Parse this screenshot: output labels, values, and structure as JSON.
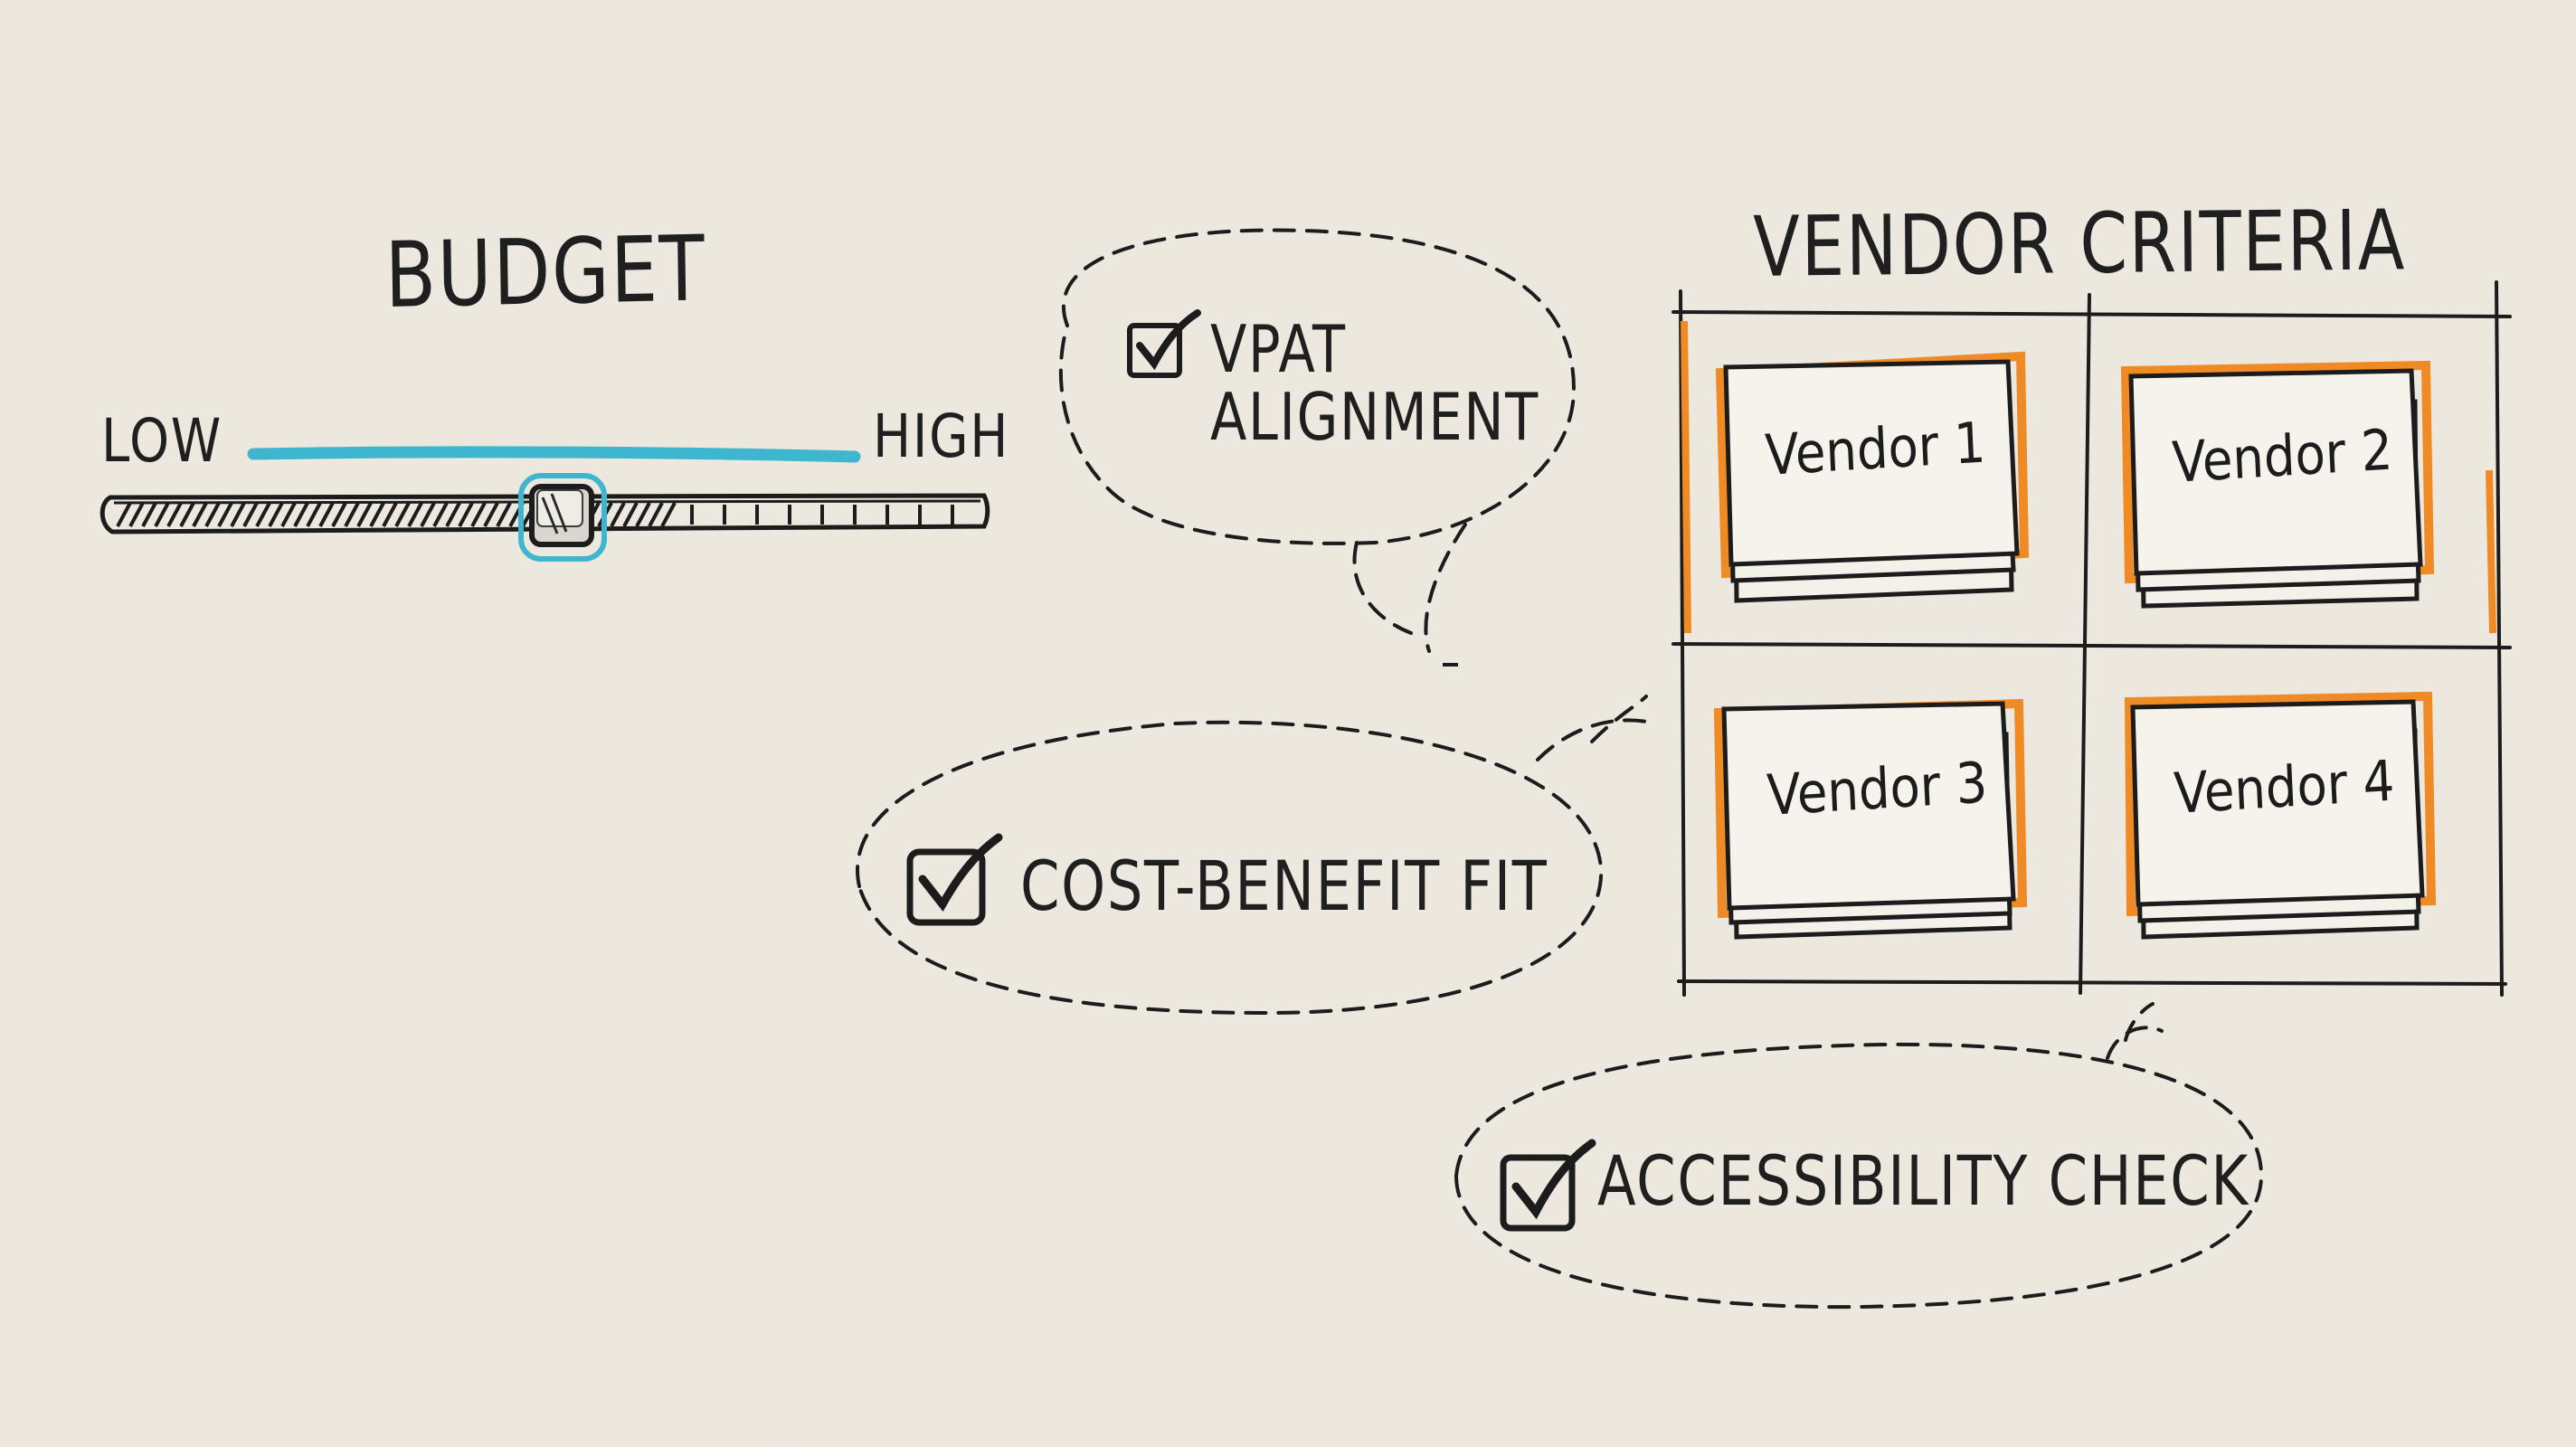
{
  "budget": {
    "title": "BUDGET",
    "low_label": "LOW",
    "high_label": "HIGH",
    "slider_level": 0.5
  },
  "criteria": {
    "vpat_line1": "VPAT",
    "vpat_line2": "ALIGNMENT",
    "cost_benefit": "COST-BENEFIT FIT",
    "accessibility": "ACCESSIBILITY CHECK"
  },
  "vendors": {
    "title": "VENDOR CRITERIA",
    "items": [
      {
        "label": "Vendor 1"
      },
      {
        "label": "Vendor 2"
      },
      {
        "label": "Vendor 3"
      },
      {
        "label": "Vendor 4"
      }
    ]
  },
  "colors": {
    "paper": "#efebe2",
    "ink": "#1c1c1c",
    "slider_accent": "#3fb6cf",
    "highlight": "#f08a24"
  },
  "icons": {
    "check": "check-box-icon",
    "slider_thumb": "slider-thumb"
  }
}
